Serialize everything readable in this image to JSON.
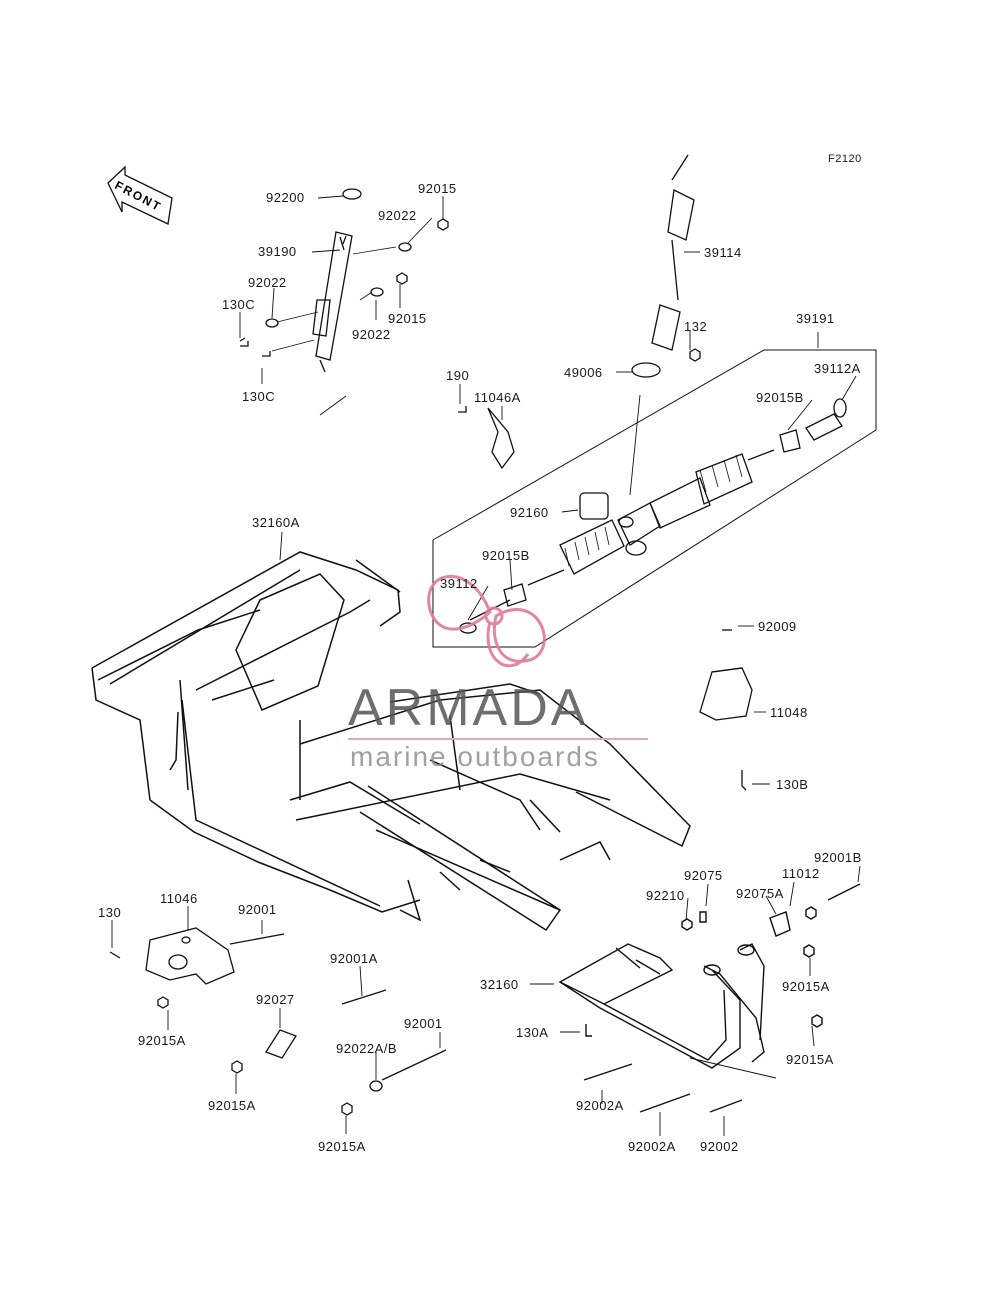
{
  "figure_code": "F2120",
  "front_arrow_text": "FRONT",
  "watermark": {
    "logo": "ARMADA",
    "tagline": "marine outboards",
    "accent_color": "#e07a9a"
  },
  "part_labels": {
    "p92200": "92200",
    "p92015_top": "92015",
    "p92022_top": "92022",
    "p39190": "39190",
    "p92022_left": "92022",
    "p130c_upper": "130C",
    "p92022_mid": "92022",
    "p92015_mid": "92015",
    "p130c_lower": "130C",
    "p39114": "39114",
    "p132": "132",
    "p39191": "39191",
    "p49006": "49006",
    "p39112a": "39112A",
    "p190": "190",
    "p11046a": "11046A",
    "p92015b_right": "92015B",
    "p32160a": "32160A",
    "p92160": "92160",
    "p92015b_left": "92015B",
    "p39112": "39112",
    "p92009": "92009",
    "p11048": "11048",
    "p130b": "130B",
    "p92001b": "92001B",
    "p92075": "92075",
    "p11012": "11012",
    "p92210": "92210",
    "p92075a": "92075A",
    "p130": "130",
    "p11046": "11046",
    "p92001_left": "92001",
    "p92001a": "92001A",
    "p32160": "32160",
    "p92015a_r1": "92015A",
    "p92027": "92027",
    "p92001_mid": "92001",
    "p130a": "130A",
    "p92015a_left": "92015A",
    "p92022ab": "92022A/B",
    "p92015a_r2": "92015A",
    "p92015a_b1": "92015A",
    "p92002a_1": "92002A",
    "p92015a_b2": "92015A",
    "p92002a_2": "92002A",
    "p92002": "92002"
  }
}
